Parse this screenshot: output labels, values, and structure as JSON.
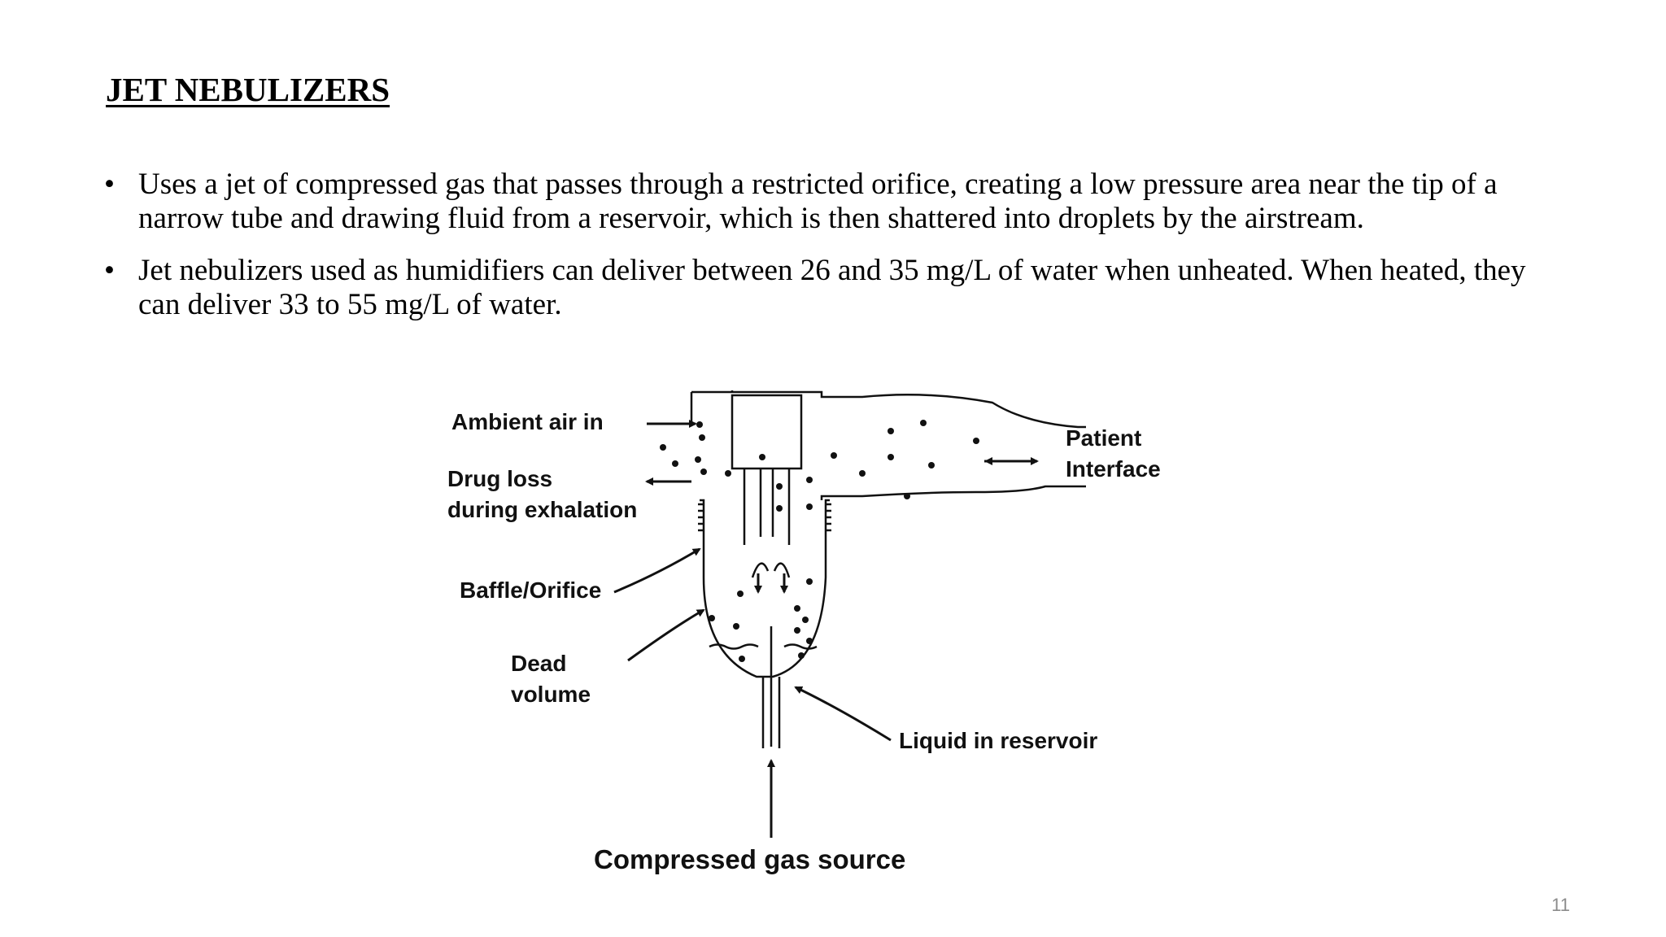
{
  "slide": {
    "title": "JET NEBULIZERS",
    "bullets": [
      "Uses a jet of compressed gas that passes through a restricted orifice, creating a low pressure area near the tip of a narrow tube and drawing fluid from a reservoir, which is then shattered into droplets by the airstream.",
      "Jet nebulizers used as humidifiers can deliver between 26 and 35 mg/L of water when unheated. When heated, they can deliver 33 to 55 mg/L of water."
    ],
    "bullet_symbol": "•",
    "page_number": "11"
  },
  "diagram": {
    "labels": {
      "ambient_air": "Ambient air in",
      "drug_loss_1": "Drug loss",
      "drug_loss_2": "during exhalation",
      "baffle": "Baffle/Orifice",
      "dead_1": "Dead",
      "dead_2": "volume",
      "liquid": "Liquid in reservoir",
      "patient_1": "Patient",
      "patient_2": "Interface",
      "gas_source": "Compressed gas source"
    }
  }
}
